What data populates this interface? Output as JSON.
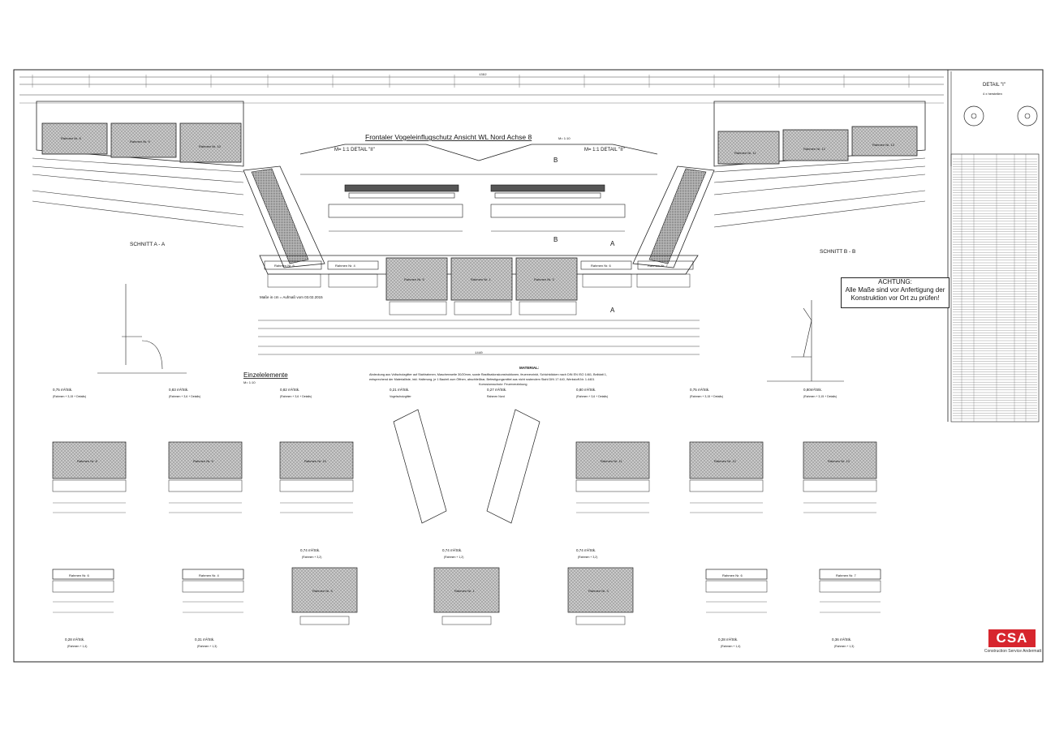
{
  "sheet": {
    "main_title": "Frontaler Vogeleinflugschutz Ansicht WL Nord Achse 8",
    "main_title_scale": "M= 1:10",
    "detail_ii_left": "M= 1:1 DETAIL \"II\"",
    "detail_ii_right": "M= 1:1 DETAIL \"II\"",
    "detail_i": "DETAIL \"I\"",
    "detail_i_sub": "4 x herstellen",
    "schnitt_aa": "SCHNITT A - A",
    "schnitt_bb": "SCHNITT B - B",
    "massnote": "Maße in cm = Aufmaß vom 03.02.2015",
    "einzelelemente": "Einzelelemente",
    "einzelelemente_scale": "M= 1:10",
    "material_heading": "MATERIAL:",
    "material_text_1": "Abdeckung aus Vollschutzgitter auf Stahlrahmen, Maschenweite 30/20mm, sowie Rastfixationskonstruktionen, feuerverzinkt, Schichtdicken nach DIN EN ISO 1461, Beiblatt 1,",
    "material_text_2": "entsprechend der Materialliste, inkl. Halterung, je 1 Bauteil zum Öffnen, abschließbar, Befestigungsmittel aus nicht rostendem Stahl DIN 17 440, Werkstoff-Nr. 1.4401",
    "material_text_3": "Korrosionsschutz: Feuerverzinkung",
    "section_labels": {
      "a_left": "A",
      "a_right": "A",
      "b_left": "B",
      "b_right": "B"
    }
  },
  "panels_top": [
    "Rahmen Nr. 8",
    "Rahmen Nr. 9",
    "Rahmen Nr. 10",
    "Rahmen Nr. 11",
    "Rahmen Nr. 12",
    "Rahmen Nr. 13"
  ],
  "panels_center": [
    "Rahmen Nr. 6",
    "Rahmen Nr. 4",
    "Rahmen Nr. 5",
    "Rahmen Nr. 1",
    "Rahmen Nr. 3",
    "Rahmen Nr. 6",
    "Rahmen Nr. 7"
  ],
  "overall_dimension": "1392",
  "bottom_dimension": "1440",
  "element_labels_row1": [
    {
      "area": "0,75 m²/Stk.",
      "note": "(Rahmen + 3,15 + Details)",
      "panel": "Rahmen Nr. 8"
    },
    {
      "area": "0,83 m²/Stk.",
      "note": "(Rahmen + 3,6 + Details)",
      "panel": "Rahmen Nr. 9"
    },
    {
      "area": "0,82 m²/Stk.",
      "note": "(Rahmen + 3,6 + Details)",
      "panel": "Rahmen Nr. 10"
    },
    {
      "area": "0,21 m²/Stk.",
      "note": "Vogelschutzgitter",
      "panel": ""
    },
    {
      "area": "0,27 m²/Stk.",
      "note": "Rahmen Nord",
      "panel": ""
    },
    {
      "area": "0,80 m²/Stk.",
      "note": "(Rahmen + 3,6 + Details)",
      "panel": "Rahmen Nr. 11"
    },
    {
      "area": "0,75 m²/Stk.",
      "note": "(Rahmen + 3,15 + Details)",
      "panel": "Rahmen Nr. 12"
    },
    {
      "area": "0,80m²/Stk.",
      "note": "(Rahmen + 3,15 + Details)",
      "panel": "Rahmen Nr. 13"
    }
  ],
  "element_labels_row2": [
    {
      "area": "0,28 m²/Stk.",
      "note": "(Rahmen + 1,4)",
      "panel": "Rahmen Nr. 6"
    },
    {
      "area": "0,31 m²/Stk.",
      "note": "(Rahmen + 1,3)",
      "panel": "Rahmen Nr. 4"
    },
    {
      "area": "0,74 m²/Stk.",
      "note": "(Rahmen + 3,2)",
      "panel": "Rahmen Nr. 5"
    },
    {
      "area": "0,74 m²/Stk.",
      "note": "(Rahmen + 1,2)",
      "panel": "Rahmen Nr. 1"
    },
    {
      "area": "0,74 m²/Stk.",
      "note": "(Rahmen + 3,2)",
      "panel": "Rahmen Nr. 3"
    },
    {
      "area": "0,28 m²/Stk.",
      "note": "(Rahmen + 1,4)",
      "panel": "Rahmen Nr. 6"
    },
    {
      "area": "0,36 m²/Stk.",
      "note": "(Rahmen + 1,3)",
      "panel": "Rahmen Nr. 7"
    }
  ],
  "notice": {
    "line1": "ACHTUNG:",
    "line2": "Alle Maße sind vor Anfertigung der",
    "line3": "Konstruktion vor Ort zu prüfen!"
  },
  "logo": {
    "text": "CSA",
    "subtitle": "Construction Service Andermatt",
    "color": "#d7262e"
  }
}
